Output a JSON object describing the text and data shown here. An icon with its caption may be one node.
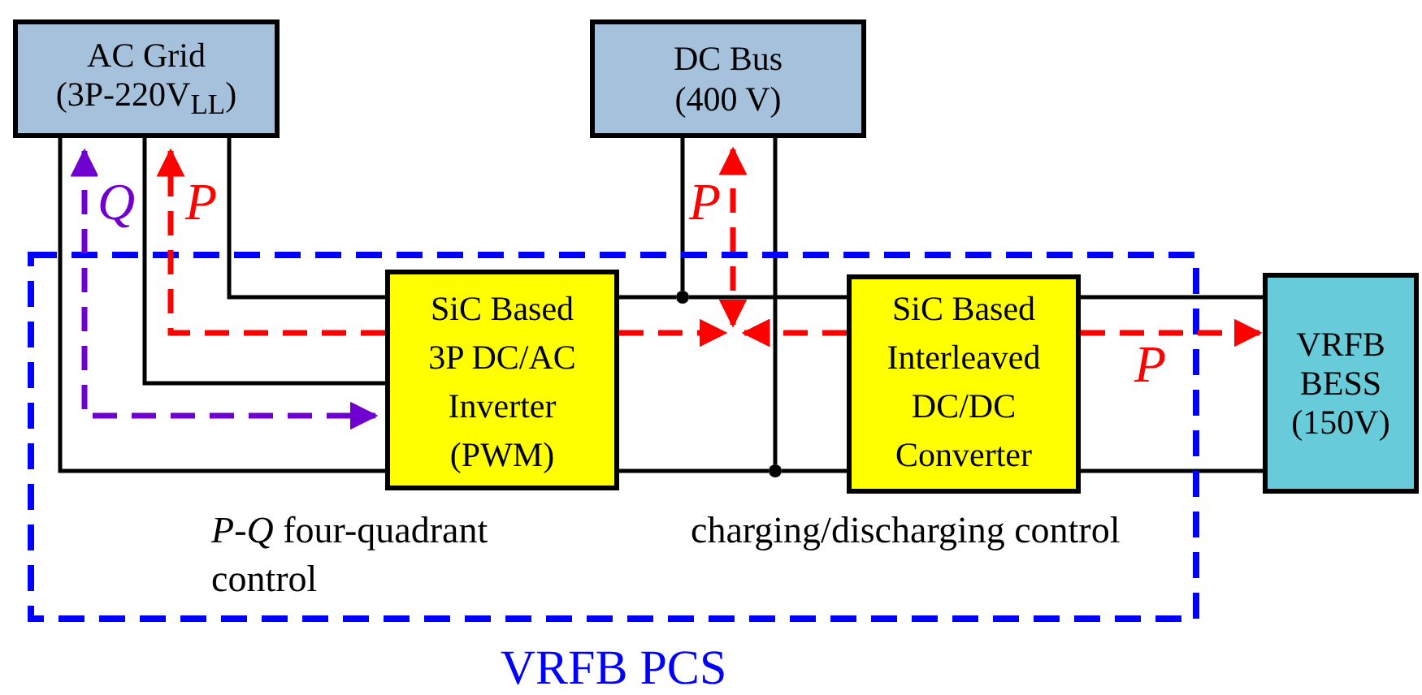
{
  "diagram": {
    "nodes": [
      {
        "text": [
          "VRFB PCS"
        ]
      },
      {
        "text": [
          "AC Grid (3P-220V$_{LL}$)"
        ]
      },
      {
        "text": [
          "DC Bus (400 V)"
        ]
      },
      {
        "text": [
          "SiC Based 3P DC/AC Inverter (PWM)"
        ],
        "in": 0
      },
      {
        "text": [
          "SiC Based Interleaved DC/DC Converter"
        ],
        "in": 0
      },
      {
        "text": [
          "VRFB BESS (150V)"
        ]
      },
      {
        "text": [],
        "shape": "circle",
        "in": 0
      },
      {
        "text": [],
        "shape": "circle",
        "in": 0
      }
    ],
    "edges": [
      {
        "from": 1,
        "to": 3,
        "arrow": "none"
      },
      {
        "from": 1,
        "to": 3,
        "arrow": "none"
      },
      {
        "from": 1,
        "to": 3,
        "arrow": "none"
      },
      {
        "from": 3,
        "to": 6,
        "arrow": "none"
      },
      {
        "from": 6,
        "to": 4,
        "arrow": "none"
      },
      {
        "from": 2,
        "to": 6,
        "arrow": "none"
      },
      {
        "from": 3,
        "to": 7,
        "arrow": "none"
      },
      {
        "from": 7,
        "to": 4,
        "arrow": "none"
      },
      {
        "from": 2,
        "to": 7,
        "arrow": "none"
      },
      {
        "from": 4,
        "to": 5,
        "arrow": "none"
      },
      {
        "from": 4,
        "to": 5,
        "arrow": "none"
      },
      {
        "from": 1,
        "to": 3,
        "arrow": "both",
        "label": "Q",
        "style": "dashed",
        "color": "#7000d0"
      },
      {
        "from": 3,
        "to": 1,
        "arrow": "to",
        "label": "P",
        "style": "dashed",
        "color": "#ff0000"
      },
      {
        "from": 3,
        "to": 6,
        "arrow": "to",
        "style": "dashed",
        "color": "#ff0000"
      },
      {
        "from": 2,
        "to": 6,
        "arrow": "both",
        "label": "P",
        "style": "dashed",
        "color": "#ff0000"
      },
      {
        "from": 4,
        "to": 6,
        "arrow": "to",
        "style": "dashed",
        "color": "#ff0000"
      },
      {
        "from": 4,
        "to": 5,
        "arrow": "to",
        "label": "P",
        "style": "dashed",
        "color": "#ff0000"
      }
    ],
    "labels": [
      "*P*-*Q* four-quadrant control",
      "charging/discharging control"
    ]
  }
}
